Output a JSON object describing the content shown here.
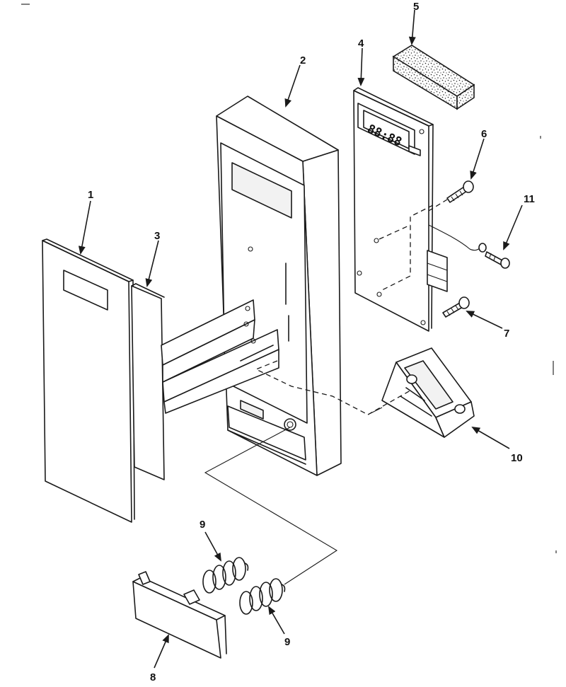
{
  "diagram": {
    "part_labels": [
      "1",
      "2",
      "3",
      "4",
      "5",
      "6",
      "7",
      "8",
      "9",
      "9",
      "10",
      "11"
    ]
  }
}
